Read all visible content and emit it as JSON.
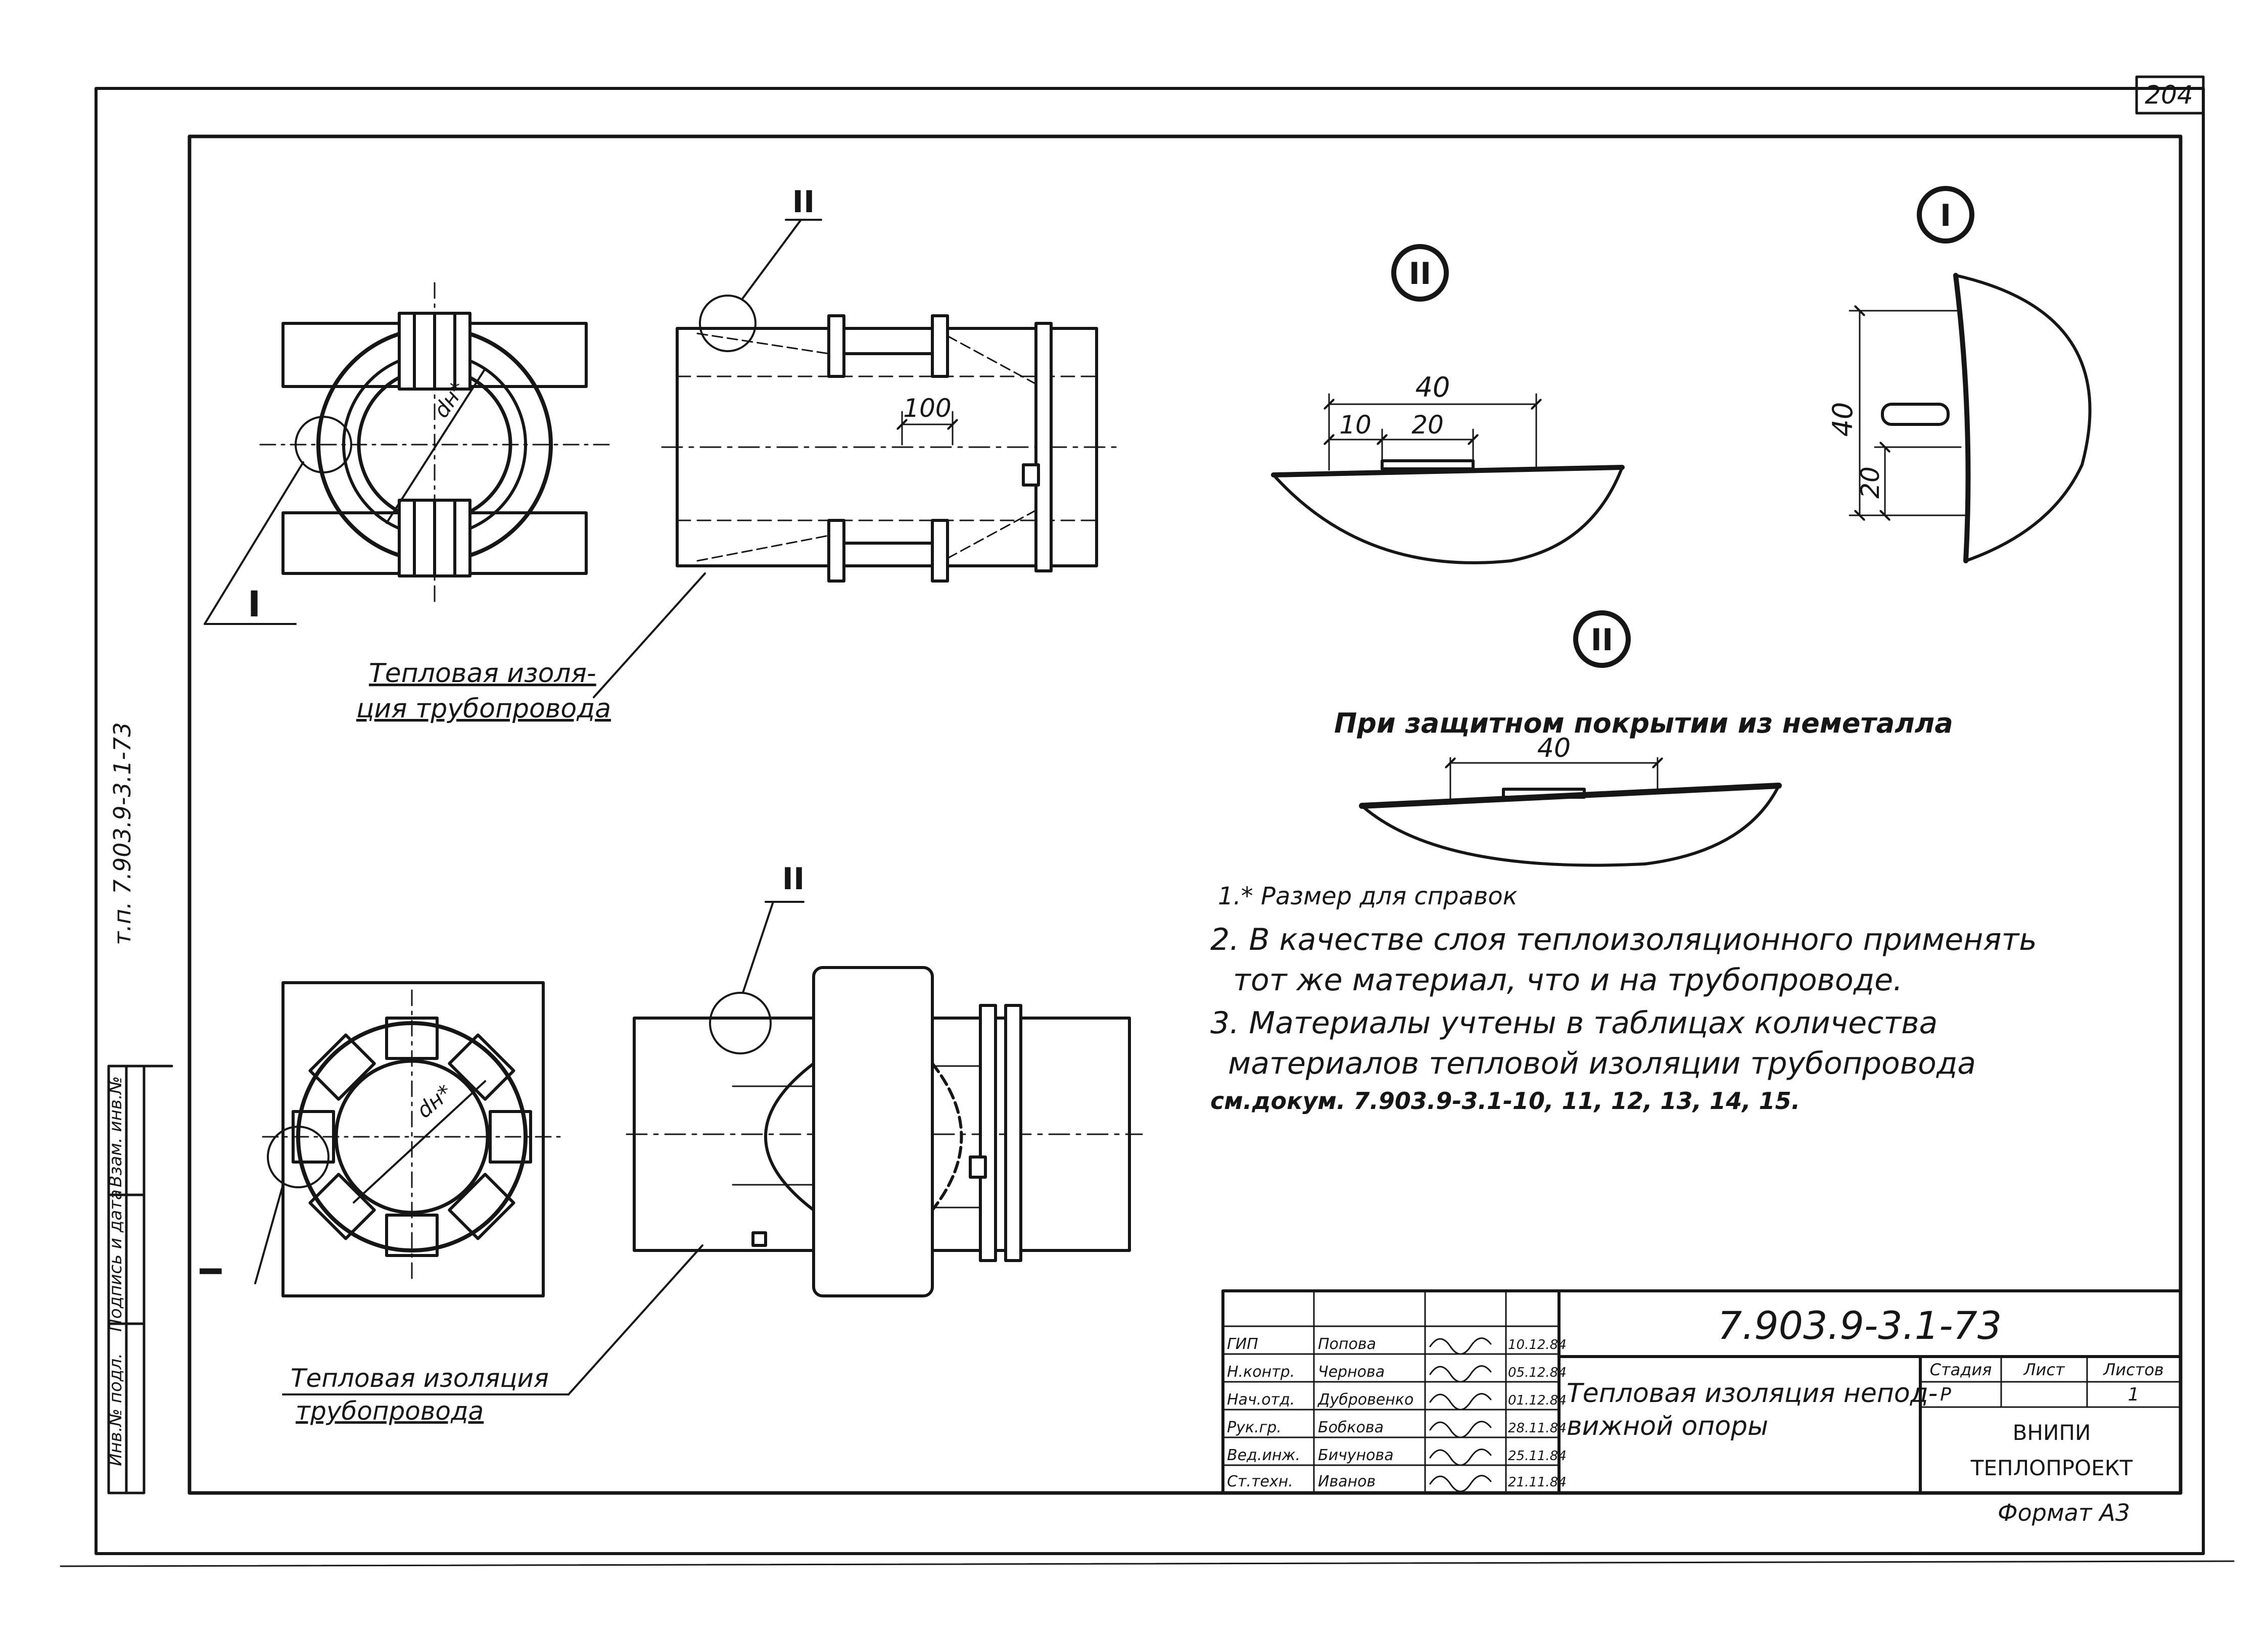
{
  "sheet": {
    "page_number": "204",
    "format": "Формат А3",
    "side_code": "т.п. 7.903.9-3.1-73"
  },
  "side_stamp": {
    "cells": [
      "Инв.№ подл.",
      "Подпись и дата",
      "Взам. инв.№"
    ]
  },
  "views": {
    "section_top": {
      "leader_I": "I",
      "diameter": "dн*"
    },
    "side_top": {
      "leader_II": "II",
      "dim_100": "100",
      "caption_line1": "Тепловая изоля-",
      "caption_line2": "ция трубопровода"
    },
    "section_bottom": {
      "leader_I": "I",
      "diameter": "dн*"
    },
    "side_bottom": {
      "leader_II": "II",
      "caption_line1": "Тепловая изоляция",
      "caption_line2": "трубопровода"
    }
  },
  "details": {
    "II_top": {
      "marker": "II",
      "dim_40": "40",
      "dim_10": "10",
      "dim_20": "20"
    },
    "I": {
      "marker": "I",
      "dim_40": "40",
      "dim_20": "20"
    },
    "II_nonmetal": {
      "marker": "II",
      "caption": "При защитном покрытии из неметалла",
      "dim_40": "40"
    }
  },
  "notes": [
    "1.* Размер для справок",
    "2. В качестве слоя теплоизоляционного применять",
    "тот же материал, что и на трубопроводе.",
    "3. Материалы учтены в таблицах количества",
    "материалов тепловой изоляции трубопровода",
    "см.докум. 7.903.9-3.1-10, 11, 12, 13, 14, 15."
  ],
  "title_block": {
    "document_code": "7.903.9-3.1-73",
    "title_line1": "Тепловая изоляция непод-",
    "title_line2": "вижной опоры",
    "headers": {
      "stage": "Стадия",
      "sheet": "Лист",
      "sheets": "Листов"
    },
    "values": {
      "stage": "Р",
      "sheet": "",
      "sheets": "1"
    },
    "org_line1": "ВНИПИ",
    "org_line2": "ТЕПЛОПРОЕКТ",
    "staff": [
      {
        "role": "ГИП",
        "name": "Попова",
        "date": "10.12.84"
      },
      {
        "role": "Н.контр.",
        "name": "Чернова",
        "date": "05.12.84"
      },
      {
        "role": "Нач.отд.",
        "name": "Дубровенко",
        "date": "01.12.84"
      },
      {
        "role": "Рук.гр.",
        "name": "Бобкова",
        "date": "28.11.84"
      },
      {
        "role": "Вед.инж.",
        "name": "Бичунова",
        "date": "25.11.84"
      },
      {
        "role": "Ст.техн.",
        "name": "Иванов",
        "date": "21.11.84"
      }
    ]
  }
}
